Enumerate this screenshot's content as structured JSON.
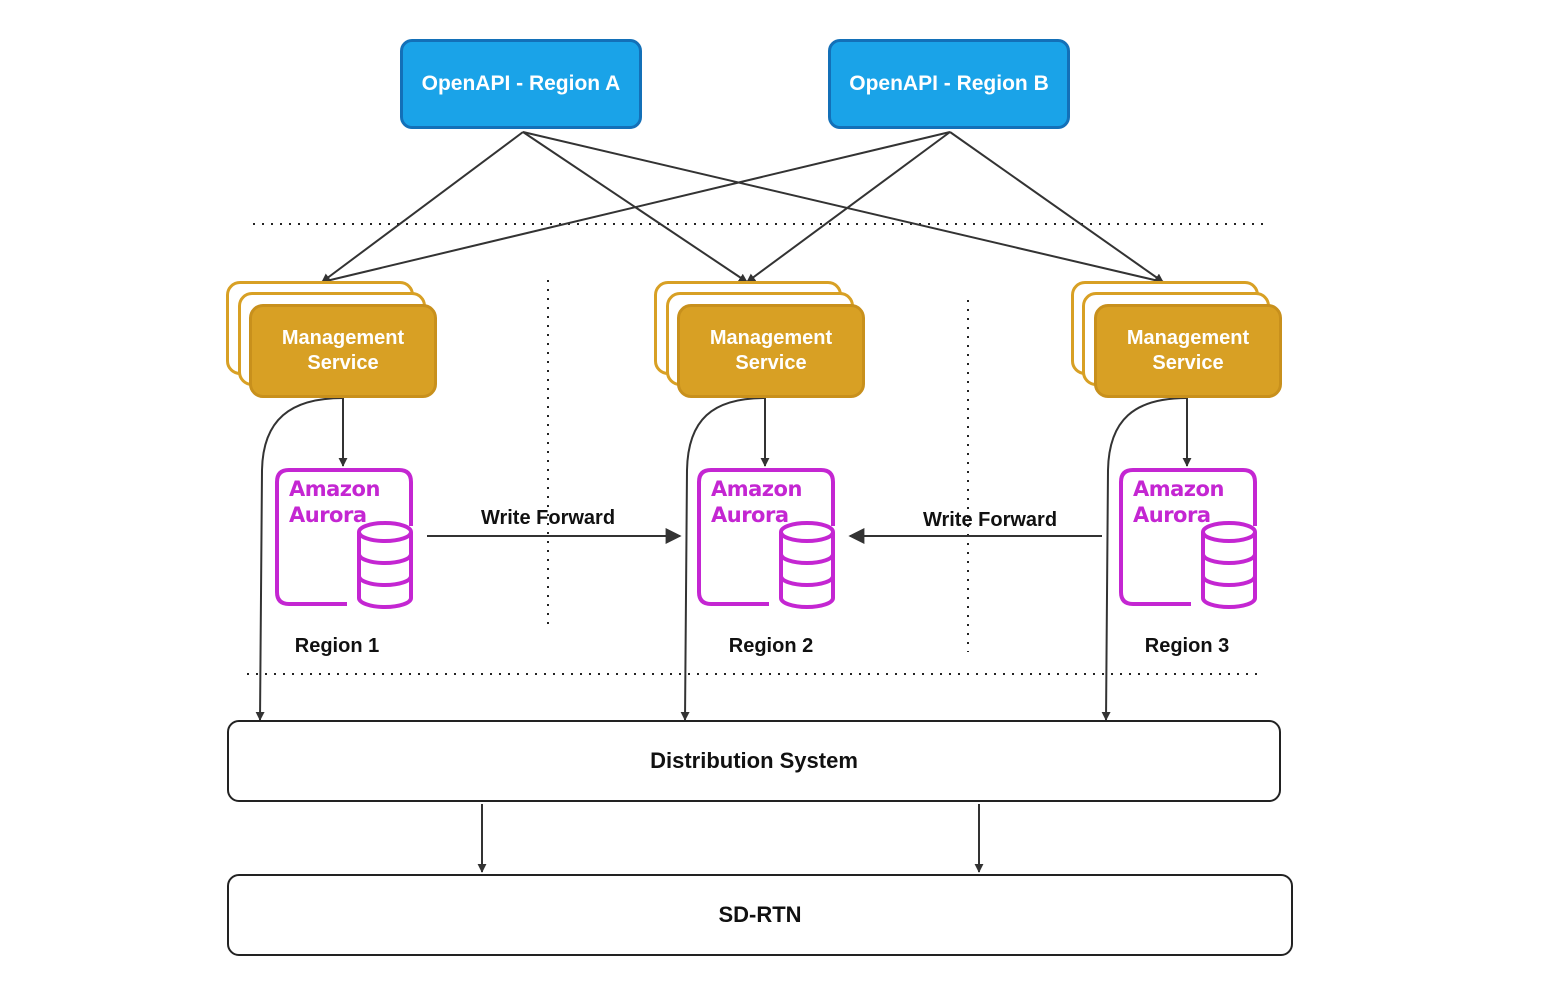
{
  "openapi": {
    "a": "OpenAPI - Region A",
    "b": "OpenAPI - Region B"
  },
  "regions": [
    {
      "service_lines": [
        "Management",
        "Service"
      ],
      "aurora_lines": [
        "Amazon",
        "Aurora"
      ],
      "label": "Region 1"
    },
    {
      "service_lines": [
        "Management",
        "Service"
      ],
      "aurora_lines": [
        "Amazon",
        "Aurora"
      ],
      "label": "Region 2"
    },
    {
      "service_lines": [
        "Management",
        "Service"
      ],
      "aurora_lines": [
        "Amazon",
        "Aurora"
      ],
      "label": "Region 3"
    }
  ],
  "write_forward": [
    "Write Forward",
    "Write Forward"
  ],
  "distribution_system": "Distribution System",
  "sd_rtn": "SD-RTN",
  "colors": {
    "openapi_fill": "#1aa3e8",
    "openapi_border": "#1370b8",
    "service_fill": "#d8a024",
    "aurora": "#c426d2",
    "line": "#333333"
  }
}
